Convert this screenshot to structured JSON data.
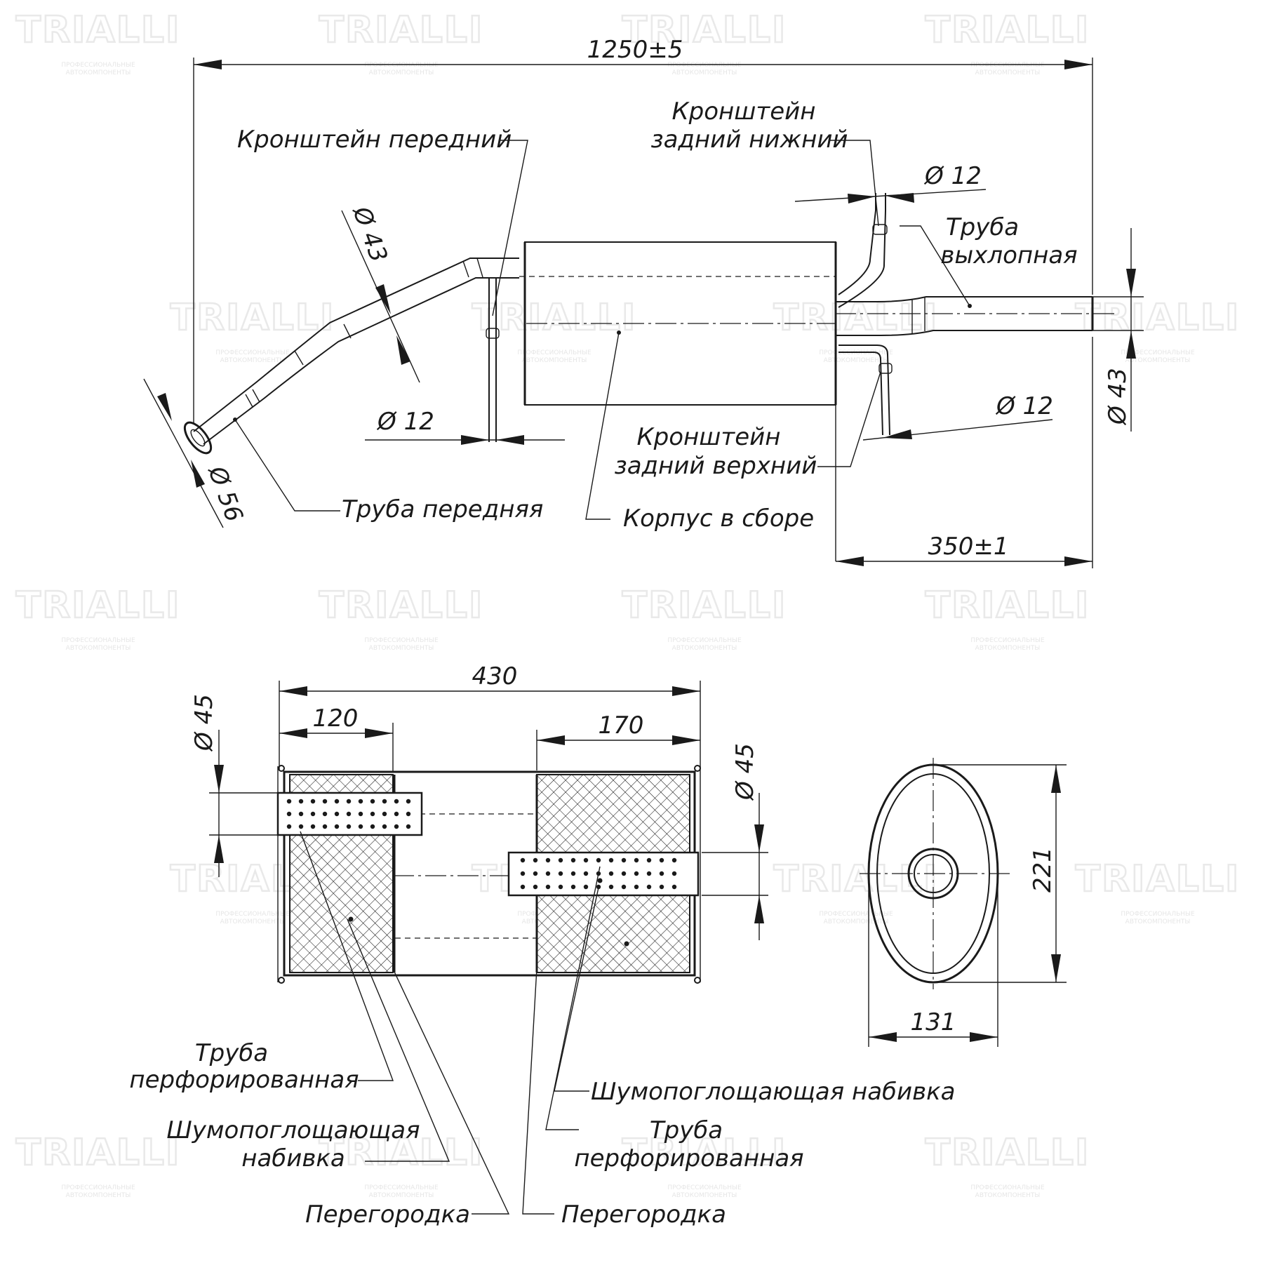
{
  "brand": {
    "watermark": "TRIALLI",
    "watermark_sub": [
      "ПРОФЕССИОНАЛЬНЫЕ",
      "АВТОКОМПОНЕНТЫ"
    ]
  },
  "top_view": {
    "dims": {
      "overall_length": "1250±5",
      "tail_length": "350±1",
      "dia_inlet": "Ø 56",
      "dia_front_pipe": "Ø 43",
      "dia_front_bracket": "Ø 12",
      "dia_rear_lower_bracket": "Ø 12",
      "dia_rear_upper_bracket": "Ø 12",
      "dia_tail_pipe": "Ø 43"
    },
    "labels": {
      "front_bracket": "Кронштейн передний",
      "rear_lower_bracket_1": "Кронштейн",
      "rear_lower_bracket_2": "задний нижний",
      "tail_pipe_1": "Труба",
      "tail_pipe_2": "выхлопная",
      "rear_upper_bracket_1": "Кронштейн",
      "rear_upper_bracket_2": "задний верхний",
      "front_pipe": "Труба передняя",
      "body_assembly": "Корпус в сборе"
    }
  },
  "section_view": {
    "dims": {
      "body_length": "430",
      "left_chamber": "120",
      "right_chamber": "170",
      "dia_left_pipe": "Ø 45",
      "dia_right_pipe": "Ø 45",
      "oval_height": "221",
      "oval_width": "131"
    },
    "labels": {
      "perf_pipe_left_1": "Труба",
      "perf_pipe_left_2": "перфорированная",
      "packing_left_1": "Шумопоглощающая",
      "packing_left_2": "набивка",
      "baffle_left": "Перегородка",
      "packing_right": "Шумопоглощающая набивка",
      "perf_pipe_right_1": "Труба",
      "perf_pipe_right_2": "перфорированная",
      "baffle_right": "Перегородка"
    }
  }
}
